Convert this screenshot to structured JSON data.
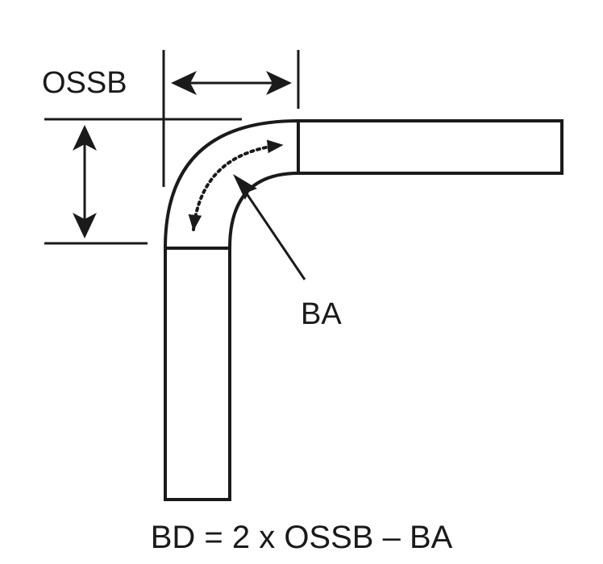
{
  "labels": {
    "ossb": "OSSB",
    "ba": "BA",
    "formula": "BD = 2 x OSSB – BA"
  },
  "colors": {
    "ink": "#1a1a1a",
    "background": "#ffffff"
  }
}
